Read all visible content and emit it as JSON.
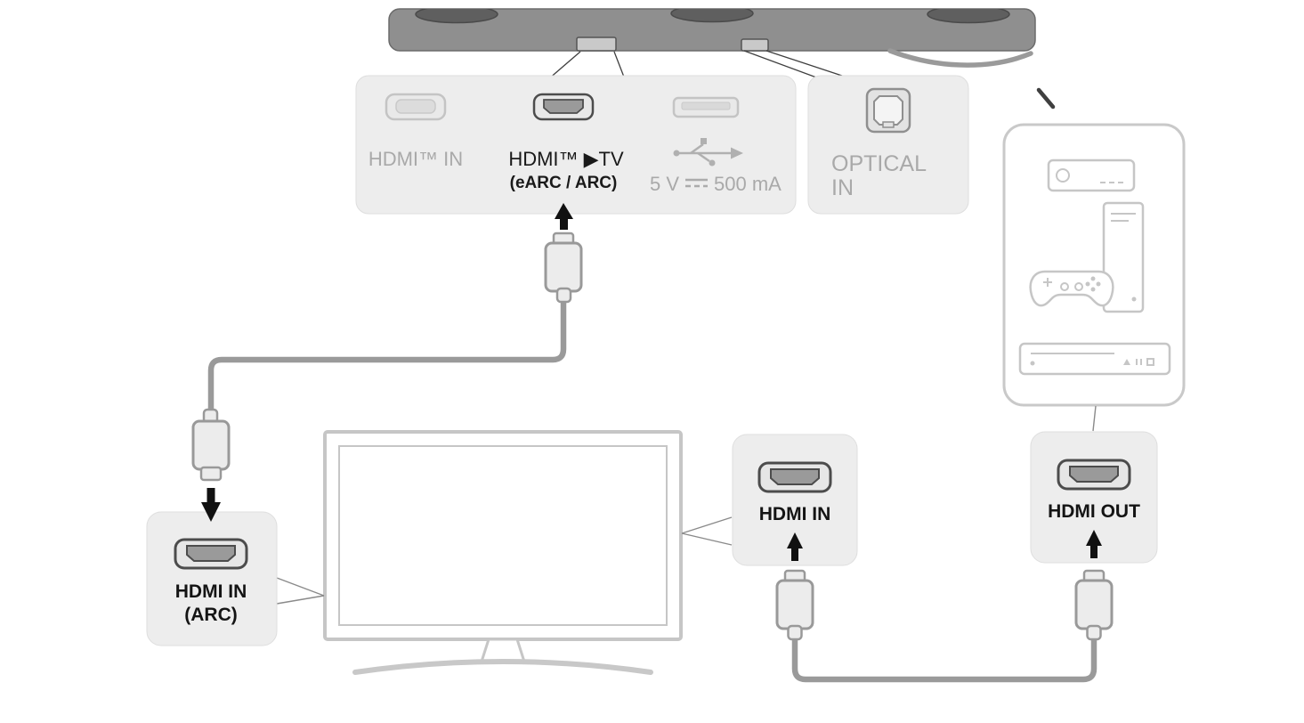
{
  "diagram": {
    "type": "soundbar-hdmi-connection-diagram",
    "colors": {
      "panel_fill": "#ededed",
      "panel_stroke": "#dedede",
      "inactive_text": "#a9a9a9",
      "active_text": "#1a1a1a",
      "cable": "#9a9a9a",
      "plug_fill": "#ececec",
      "plug_stroke": "#999999",
      "device_outline": "#c6c6c6",
      "soundbar_body": "#8f8f8f",
      "soundbar_grille": "#5f5f5f",
      "arrow": "#111111"
    },
    "soundbar_ports": {
      "hdmi_in_label": "HDMI™ IN",
      "hdmi_tv_label": "HDMI™ ▶TV",
      "hdmi_tv_sublabel": "(eARC / ARC)",
      "usb_voltage": "5 V",
      "usb_current": "500 mA",
      "optical_line1": "OPTICAL",
      "optical_line2": "IN"
    },
    "tv_arc_port": {
      "line1": "HDMI IN",
      "line2": "(ARC)"
    },
    "tv_hdmi_in_port": {
      "label": "HDMI IN"
    },
    "external_device_port": {
      "label": "HDMI OUT"
    },
    "icons": [
      "soundbar-icon",
      "speaker-grille-icon",
      "hdmi-port-icon",
      "hdmi-port-inactive-icon",
      "usb-port-icon",
      "usb-symbol-icon",
      "dc-power-symbol-icon",
      "optical-port-icon",
      "hdmi-plug-icon",
      "up-arrow-icon",
      "down-arrow-icon",
      "tv-icon",
      "set-top-box-icon",
      "game-console-icon",
      "gamepad-icon",
      "bluray-player-icon"
    ]
  }
}
